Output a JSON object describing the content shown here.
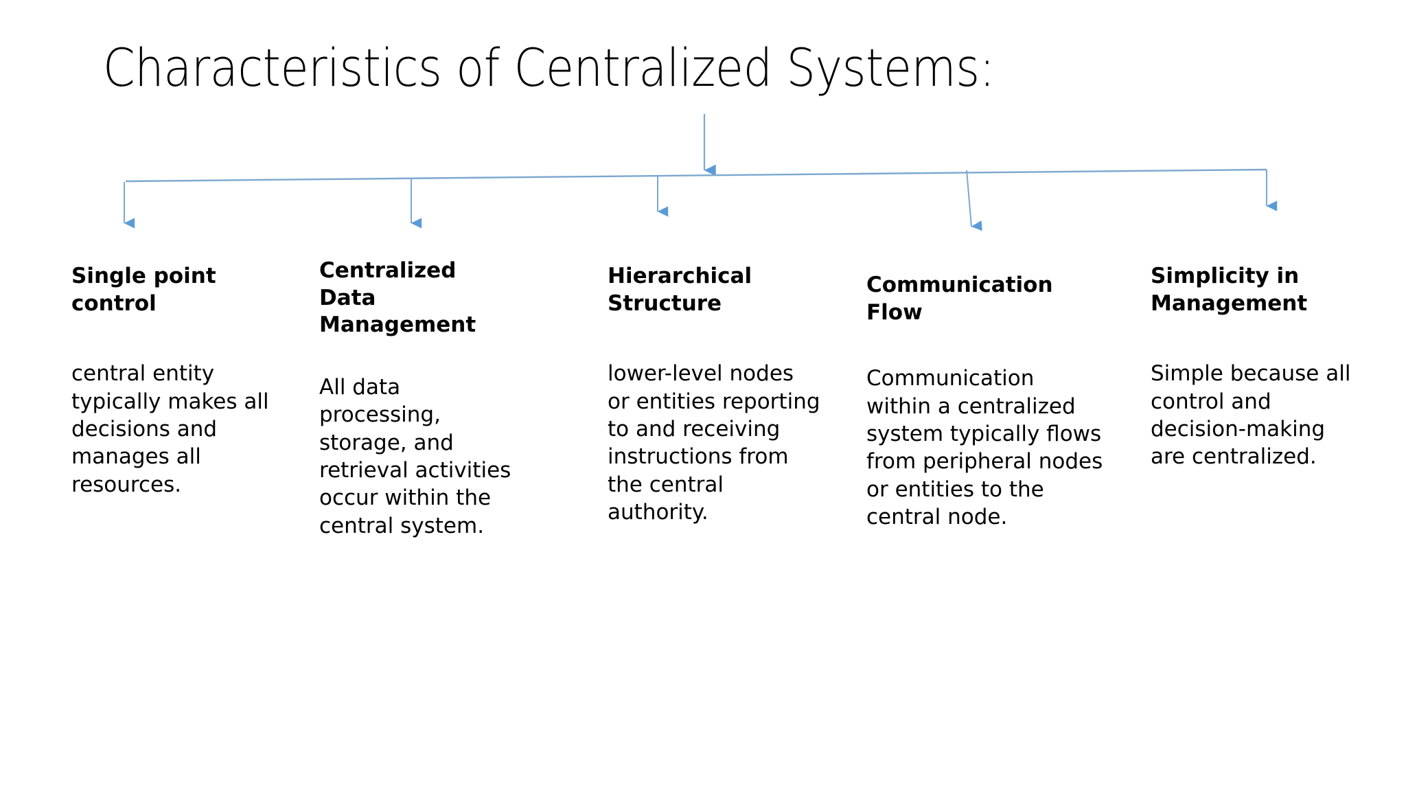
{
  "slide": {
    "title": "Characteristics of Centralized Systems:",
    "background_color": "#FFFFFF",
    "text_color": "#000000"
  },
  "connector": {
    "line_color": "#7BA7CF",
    "arrow_color": "#5B9BD5",
    "style": "horizontal-spine-with-down-arrows",
    "branch_count": 5
  },
  "columns": [
    {
      "heading": "Single point control",
      "body": "central entity typically makes all decisions and manages all resources."
    },
    {
      "heading": "Centralized Data Management",
      "body": "All data processing, storage, and retrieval activities occur within the central system."
    },
    {
      "heading": "Hierarchical Structure",
      "body": "lower-level nodes or entities reporting to and receiving instructions from the central authority."
    },
    {
      "heading": "Communication Flow",
      "body": "Communication within a centralized system typically flows from peripheral nodes or entities to the central node."
    },
    {
      "heading": "Simplicity in Management",
      "body": "Simple because all control and decision-making are centralized."
    }
  ]
}
